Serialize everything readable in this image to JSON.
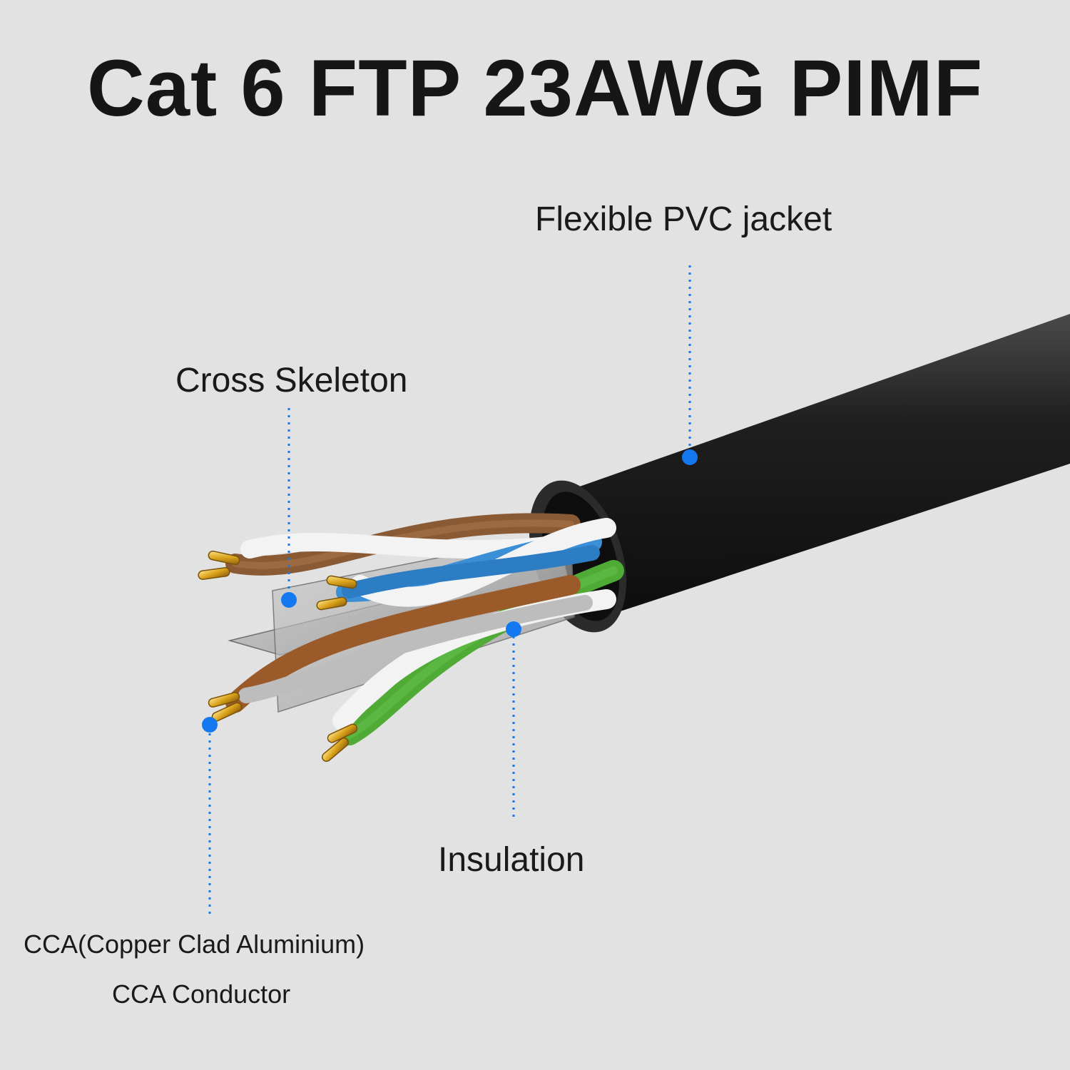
{
  "title": "Cat 6 FTP 23AWG PIMF",
  "labels": {
    "jacket": "Flexible PVC jacket",
    "skeleton": "Cross Skeleton",
    "insulation": "Insulation",
    "conductor_line1": "CCA(Copper Clad Aluminium)",
    "conductor_line2": "CCA Conductor"
  },
  "colors": {
    "background": "#e2e2e2",
    "callout": "#1479f0",
    "jacket": "#1c1c1c",
    "copper": "#d9a21a",
    "brown": "#8a5a34",
    "blue": "#3a8fd6",
    "green": "#4faa36",
    "white_wire": "#f3f3f3"
  }
}
